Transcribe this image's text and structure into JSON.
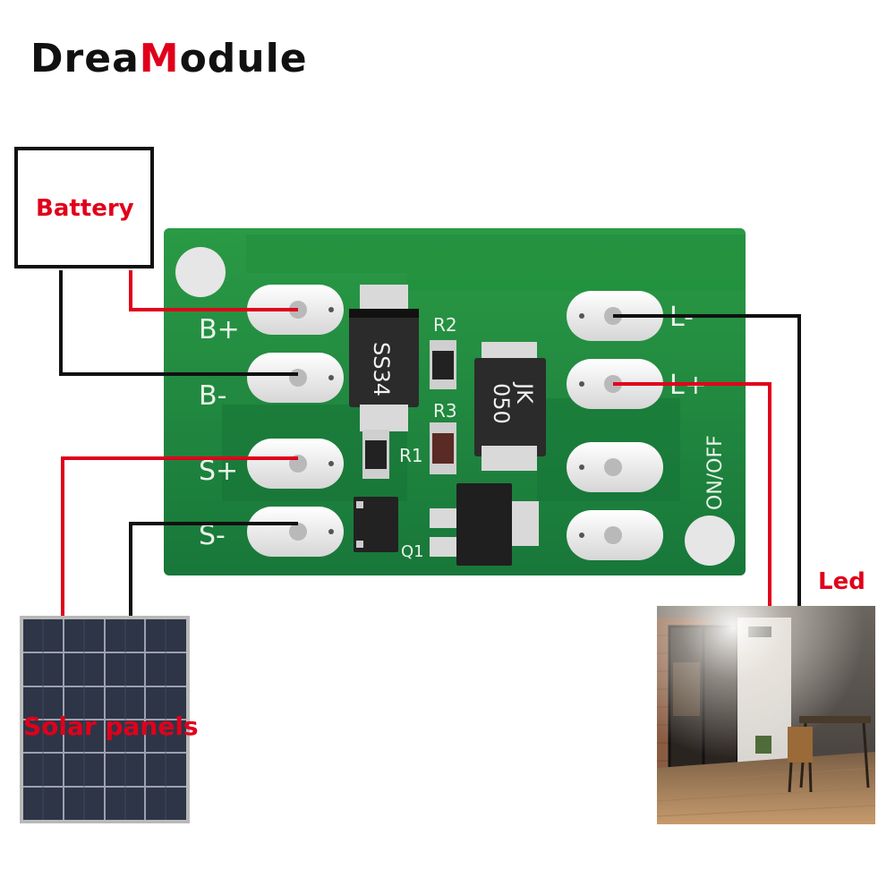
{
  "brand": {
    "prefix": "Drea",
    "accent": "M",
    "suffix": "odule"
  },
  "labels": {
    "battery": "Battery",
    "led": "Led",
    "solar": "Solar panels"
  },
  "pads": {
    "b_plus": "B+",
    "b_minus": "B-",
    "s_plus": "S+",
    "s_minus": "S-",
    "l_minus": "L-",
    "l_plus": "L+",
    "switch": "ON/OFF"
  },
  "components": {
    "diode": "SS34",
    "r2": "R2",
    "r3": "R3",
    "r1": "R1",
    "q1": "Q1",
    "ic_line1": "JK",
    "ic_line2": "050"
  },
  "colors": {
    "pcb": "#1f8a3a",
    "wire_red": "#e0001b",
    "wire_black": "#111111",
    "accent": "#e0001b"
  }
}
